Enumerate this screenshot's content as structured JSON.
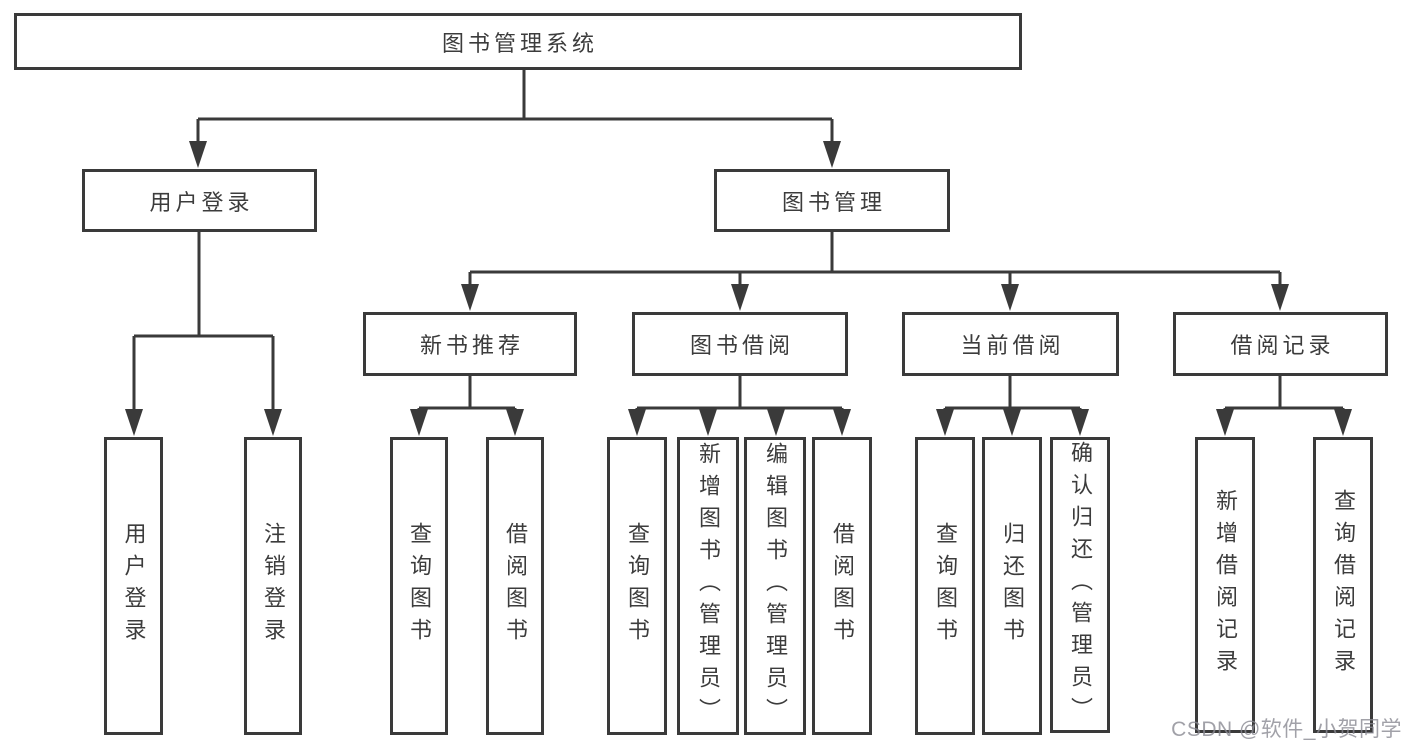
{
  "diagram": {
    "title": "图书管理系统",
    "tree": {
      "label": "图书管理系统",
      "children": [
        {
          "label": "用户登录",
          "children": [
            {
              "label": "用户登录"
            },
            {
              "label": "注销登录"
            }
          ]
        },
        {
          "label": "图书管理",
          "children": [
            {
              "label": "新书推荐",
              "children": [
                {
                  "label": "查询图书"
                },
                {
                  "label": "借阅图书"
                }
              ]
            },
            {
              "label": "图书借阅",
              "children": [
                {
                  "label": "查询图书"
                },
                {
                  "label": "新增图书（管理员）"
                },
                {
                  "label": "编辑图书（管理员）"
                },
                {
                  "label": "借阅图书"
                }
              ]
            },
            {
              "label": "当前借阅",
              "children": [
                {
                  "label": "查询图书"
                },
                {
                  "label": "归还图书"
                },
                {
                  "label": "确认归还（管理员）"
                }
              ]
            },
            {
              "label": "借阅记录",
              "children": [
                {
                  "label": "新增借阅记录"
                },
                {
                  "label": "查询借阅记录"
                }
              ]
            }
          ]
        }
      ]
    },
    "colors": {
      "line": "#3a3a3a",
      "text": "#3c3c3c",
      "box_fill": "#ffffff",
      "background": "#ffffff",
      "watermark": "#8a8a92"
    }
  },
  "watermark": {
    "text": "CSDN @软件_小贺同学"
  }
}
